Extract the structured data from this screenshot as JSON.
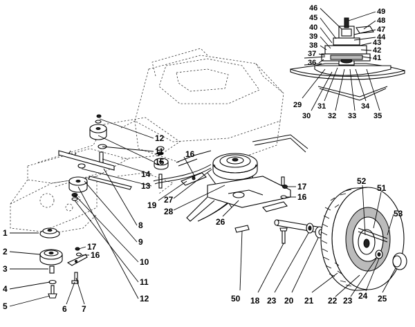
{
  "callouts": {
    "c1": "1",
    "c2": "2",
    "c3": "3",
    "c4": "4",
    "c5": "5",
    "c6": "6",
    "c7": "7",
    "c8": "8",
    "c9": "9",
    "c10": "10",
    "c11a": "11",
    "c11b": "11",
    "c12a": "12",
    "c12b": "12",
    "c13": "13",
    "c14": "14",
    "c15": "15",
    "c16a": "16",
    "c16b": "16",
    "c16c": "16",
    "c17a": "17",
    "c17b": "17",
    "c18": "18",
    "c19": "19",
    "c20": "20",
    "c21": "21",
    "c22": "22",
    "c23a": "23",
    "c23b": "23",
    "c24": "24",
    "c25": "25",
    "c26": "26",
    "c27": "27",
    "c28": "28",
    "c29": "29",
    "c30": "30",
    "c31": "31",
    "c32": "32",
    "c33": "33",
    "c34": "34",
    "c35": "35",
    "c36": "36",
    "c37": "37",
    "c38": "38",
    "c39": "39",
    "c40": "40",
    "c41": "41",
    "c42": "42",
    "c43": "43",
    "c44": "44",
    "c45": "45",
    "c46": "46",
    "c47": "47",
    "c48": "48",
    "c49": "49",
    "c50": "50",
    "c51": "51",
    "c52": "52",
    "c53": "53"
  }
}
